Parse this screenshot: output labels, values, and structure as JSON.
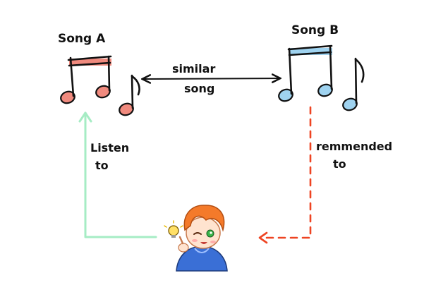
{
  "nodes": {
    "song_a": {
      "label": "Song A",
      "color": "#f08a7e"
    },
    "song_b": {
      "label": "Song B",
      "color": "#9fd3f0"
    },
    "user": {
      "icon": "boy-with-lightbulb-avatar"
    }
  },
  "edges": {
    "similar": {
      "line1": "similar",
      "line2": "song",
      "color": "#111111"
    },
    "listen": {
      "line1": "Listen",
      "line2": "to",
      "color": "#a6ecc4"
    },
    "recommended": {
      "line1": "remmended",
      "line2": "to",
      "color": "#ee4422"
    }
  }
}
